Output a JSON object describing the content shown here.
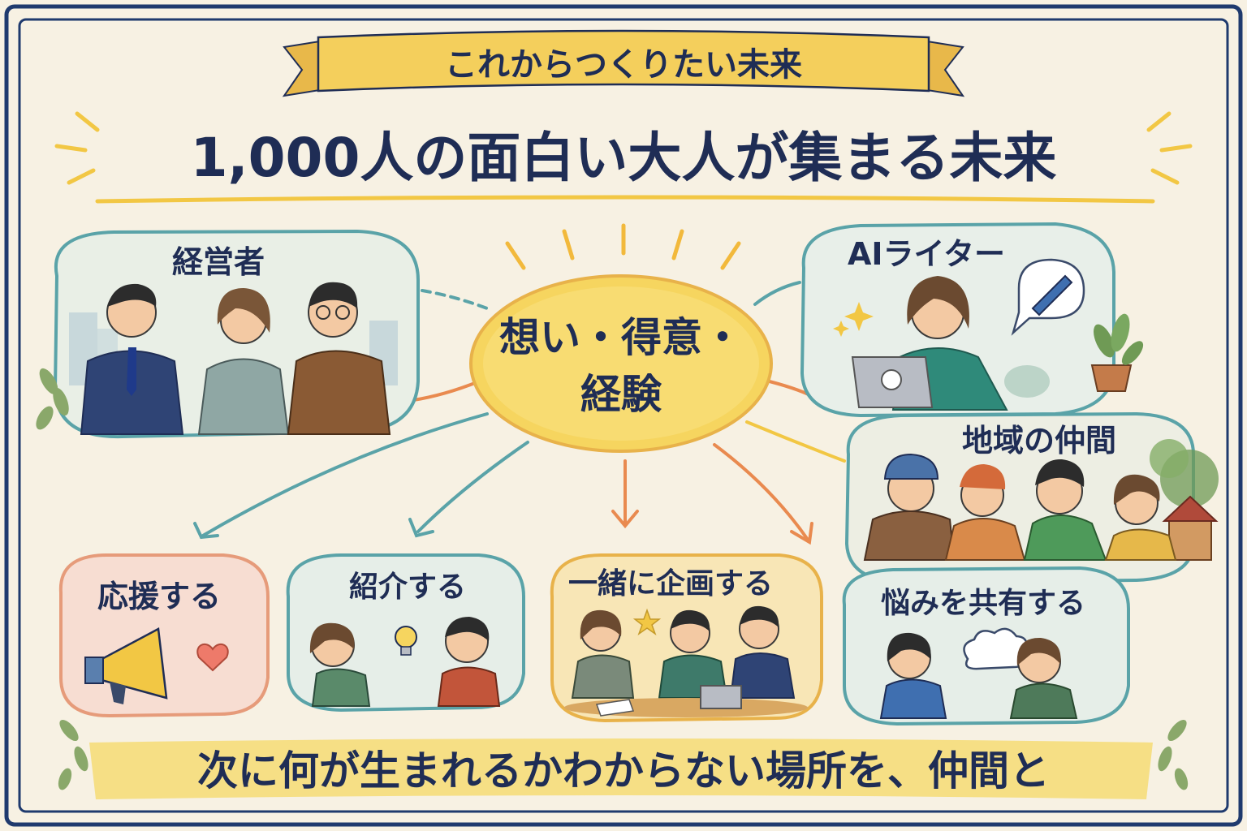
{
  "banner": {
    "text": "これからつくりたい未来"
  },
  "title": {
    "text": "1,000人の面白い大人が集まる未来"
  },
  "center": {
    "line1": "想い・得意・",
    "line2": "経験"
  },
  "groups": {
    "managers": {
      "label": "経営者"
    },
    "ai_writer": {
      "label": "AIライター"
    },
    "local": {
      "label": "地域の仲間"
    }
  },
  "actions": {
    "support": {
      "label": "応援する"
    },
    "introduce": {
      "label": "紹介する"
    },
    "plan": {
      "label": "一緒に企画する"
    },
    "share": {
      "label": "悩みを共有する"
    }
  },
  "footer": {
    "text": "次に何が生まれるかわからない場所を、仲間と"
  },
  "colors": {
    "navy": "#1f2d55",
    "banner_yellow": "#f4cf5c",
    "center_yellow": "#f6d55f",
    "teal": "#5aa3a8",
    "orange": "#e98a4f",
    "paper": "#f7f1e3"
  }
}
